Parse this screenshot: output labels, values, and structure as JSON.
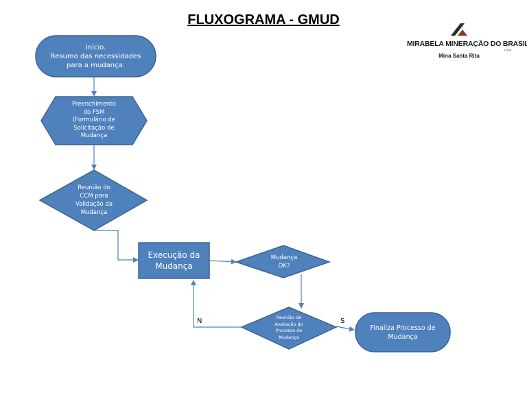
{
  "title": "FLUXOGRAMA - GMUD",
  "logo": {
    "name": "MIRABELA MINERAÇÃO DO BRASIL",
    "suffix": "LTDA",
    "site": "Mina Santa Rita"
  },
  "colors": {
    "fill": "#4f81bd",
    "stroke": "#3a6391",
    "connector": "#4f81bd",
    "logo_dark": "#2b2b2b",
    "logo_accent": "#8b3a1e"
  },
  "nodes": {
    "start": {
      "label": "Início.\nResumo das necessidades\npara a mudança."
    },
    "fsm": {
      "label": "Preenchimento\ndo FSM\n(Formulário de\nSolicitação de\nMudança"
    },
    "ccm": {
      "label": "Reunião do\nCCM para\nValidação da\nMudança"
    },
    "exec": {
      "label": "Execução da\nMudança"
    },
    "ok": {
      "label": "Mudança\nOK?"
    },
    "eval": {
      "label": "Reunião de\nAvaliação do\nProcesso de\nMudança"
    },
    "end": {
      "label": "Finaliza Processo de\nMudança"
    }
  },
  "edges": {
    "no_label": "N",
    "yes_label": "S"
  }
}
